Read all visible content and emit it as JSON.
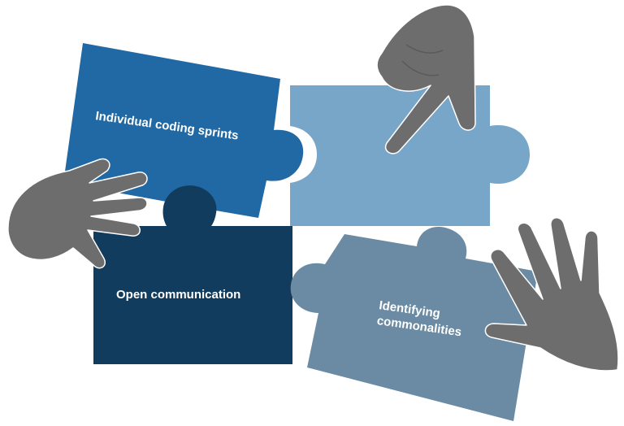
{
  "pieces": [
    {
      "id": "top-left",
      "label_lines": [
        "Individual coding sprints"
      ],
      "color": "#2169a4"
    },
    {
      "id": "top-right",
      "label_lines": [],
      "color": "#77a6c9"
    },
    {
      "id": "bottom-left",
      "label_lines": [
        "Open communication"
      ],
      "color": "#113c5e"
    },
    {
      "id": "bottom-right",
      "label_lines": [
        "Identifying",
        "commonalities"
      ],
      "color": "#6a8ba3"
    }
  ],
  "hand_color": "#6d6d6d",
  "hand_edge_color": "#ffffff"
}
